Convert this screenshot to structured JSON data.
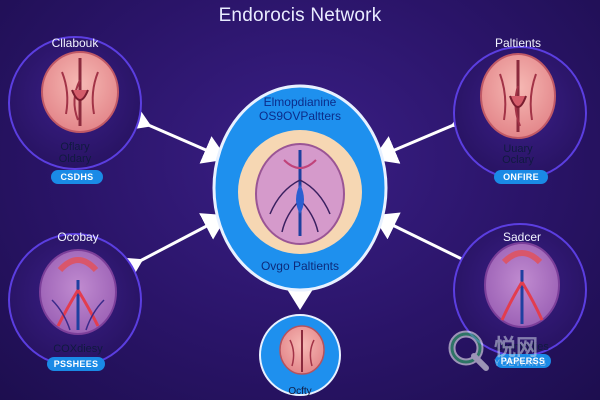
{
  "title": "Endorocis Network",
  "center": {
    "heading_line1": "Elmopdianine",
    "heading_line2": "OS9OVPaltters",
    "caption": "Ovgo Paltients"
  },
  "nodes": {
    "top_left": {
      "title": "Cllabouk",
      "subtitle_line1": "Oflary",
      "subtitle_line2": "Oldary",
      "badge": "CSDHS"
    },
    "top_right": {
      "title": "Paltients",
      "subtitle_line1": "Uuary",
      "subtitle_line2": "Oclary",
      "badge": "ONFIRE"
    },
    "bottom_left": {
      "title": "Ocobay",
      "subtitle_line1": "COXdiesy",
      "badge": "PSSHEES"
    },
    "bottom_right": {
      "title": "Sadcer",
      "subtitle_line1": "Oromodies",
      "badge": "PAPERSS"
    },
    "bottom_center": {
      "caption": "Ocfty"
    }
  },
  "watermark": {
    "big": "悦网",
    "small": "YUEWANG"
  },
  "colors": {
    "background": "#2a1468",
    "node_ring": "#5b3ee0",
    "center_blue": "#1e90ee",
    "center_ring": "#f6d7b3",
    "pill": "#1a8ae6",
    "arrow": "#ffffff"
  },
  "icons": [
    "brain-icon",
    "arrow-icon"
  ]
}
